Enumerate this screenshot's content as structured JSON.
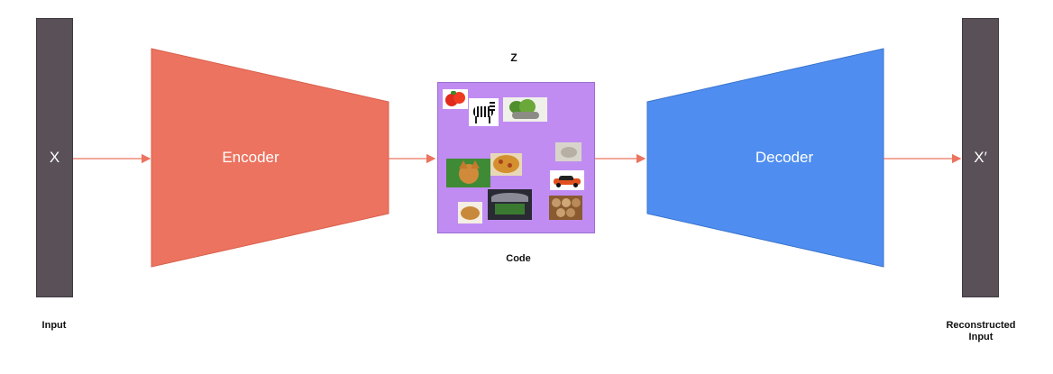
{
  "input": {
    "symbol": "X",
    "caption": "Input"
  },
  "encoder": {
    "label": "Encoder",
    "color": "#ec735f"
  },
  "latent": {
    "title": "Z",
    "caption": "Code",
    "color": "#c08cf2",
    "items": [
      "tomato",
      "zebra",
      "lettuce",
      "stone",
      "cat",
      "pizza",
      "car",
      "bread-bowl",
      "stadium",
      "eggs"
    ]
  },
  "decoder": {
    "label": "Decoder",
    "color": "#4f8ef0"
  },
  "output": {
    "symbol": "X′",
    "caption_line1": "Reconstructed",
    "caption_line2": "Input"
  },
  "colors": {
    "bar": "#595058",
    "arrow": "#ec735f"
  }
}
